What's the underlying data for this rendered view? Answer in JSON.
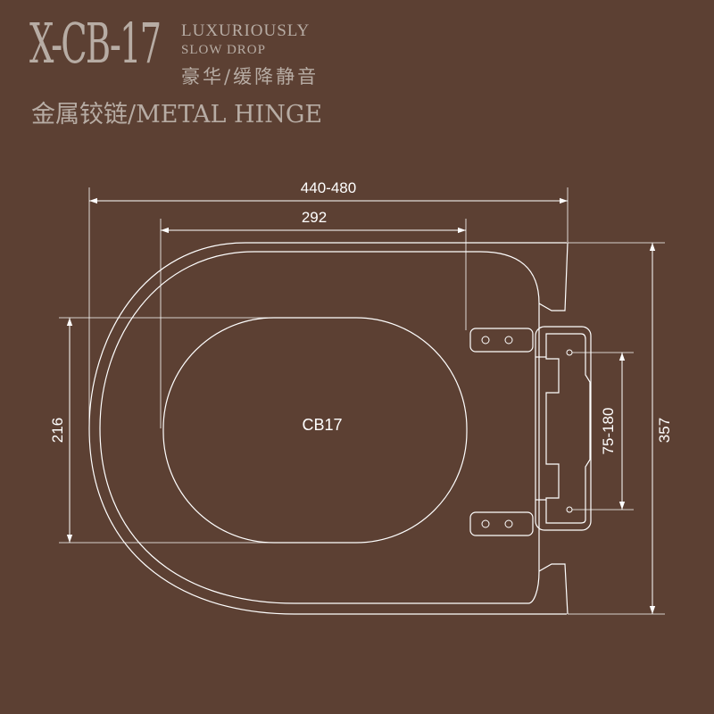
{
  "header": {
    "model": "X-CB-17",
    "tagline_line1": "LUXURIOUSLY",
    "tagline_line2": "SLOW DROP",
    "tagline_cn": "豪华/缓降静音",
    "subtitle": "金属铰链/METAL HINGE"
  },
  "drawing": {
    "center_label": "CB17",
    "dimensions": {
      "overall_length": "440-480",
      "inner_length": "292",
      "inner_width": "216",
      "overall_width": "357",
      "hinge_spacing": "75-180"
    }
  },
  "colors": {
    "background": "#5c4033",
    "line": "#ffffff",
    "header_text": "#b7aca4"
  }
}
